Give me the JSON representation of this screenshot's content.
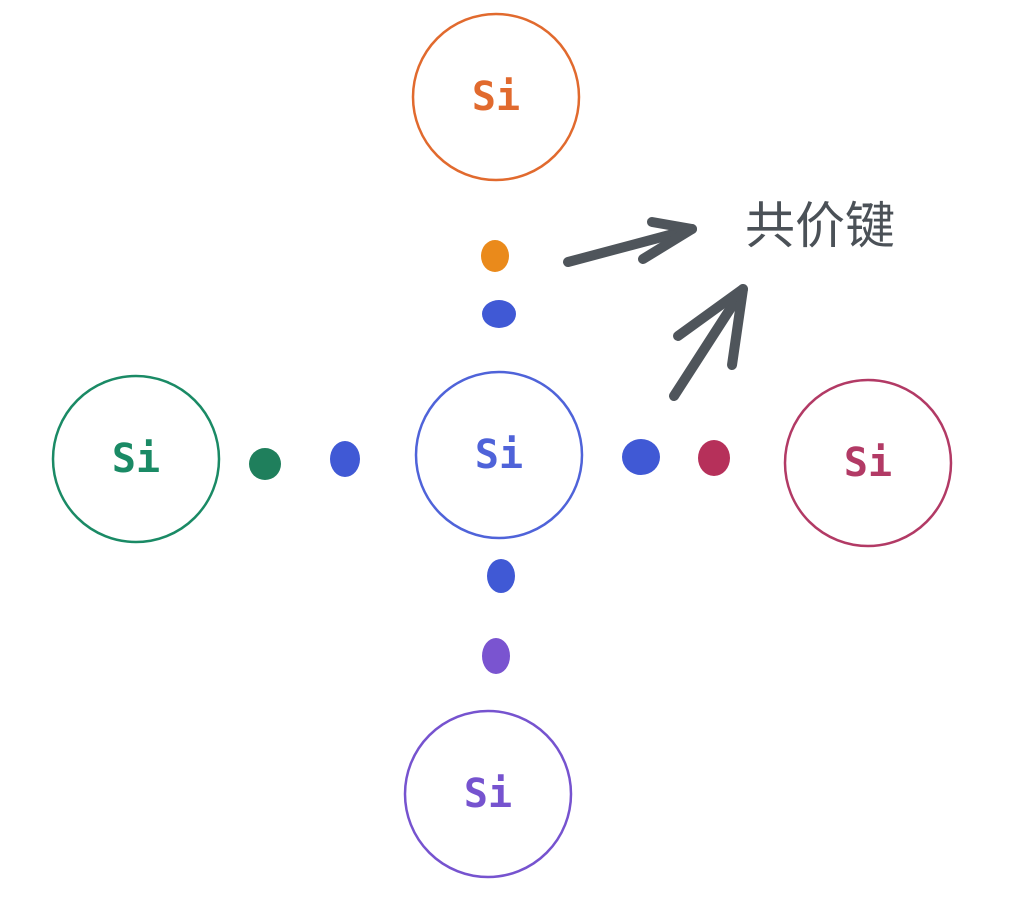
{
  "colors": {
    "center": "#4f63d9",
    "top": "#e16a2e",
    "left": "#1a8a65",
    "right": "#b23a65",
    "bottom": "#7653cf",
    "top_electron": "#ea8a1b",
    "left_electron": "#1f7f5c",
    "right_electron": "#b6305a",
    "bottom_electron": "#7a54d0",
    "center_electron": "#4059d5",
    "arrow": "#4f555b"
  },
  "atoms": [
    {
      "id": "center",
      "label": "Si"
    },
    {
      "id": "top",
      "label": "Si"
    },
    {
      "id": "left",
      "label": "Si"
    },
    {
      "id": "right",
      "label": "Si"
    },
    {
      "id": "bottom",
      "label": "Si"
    }
  ],
  "bond_label": "共价键"
}
